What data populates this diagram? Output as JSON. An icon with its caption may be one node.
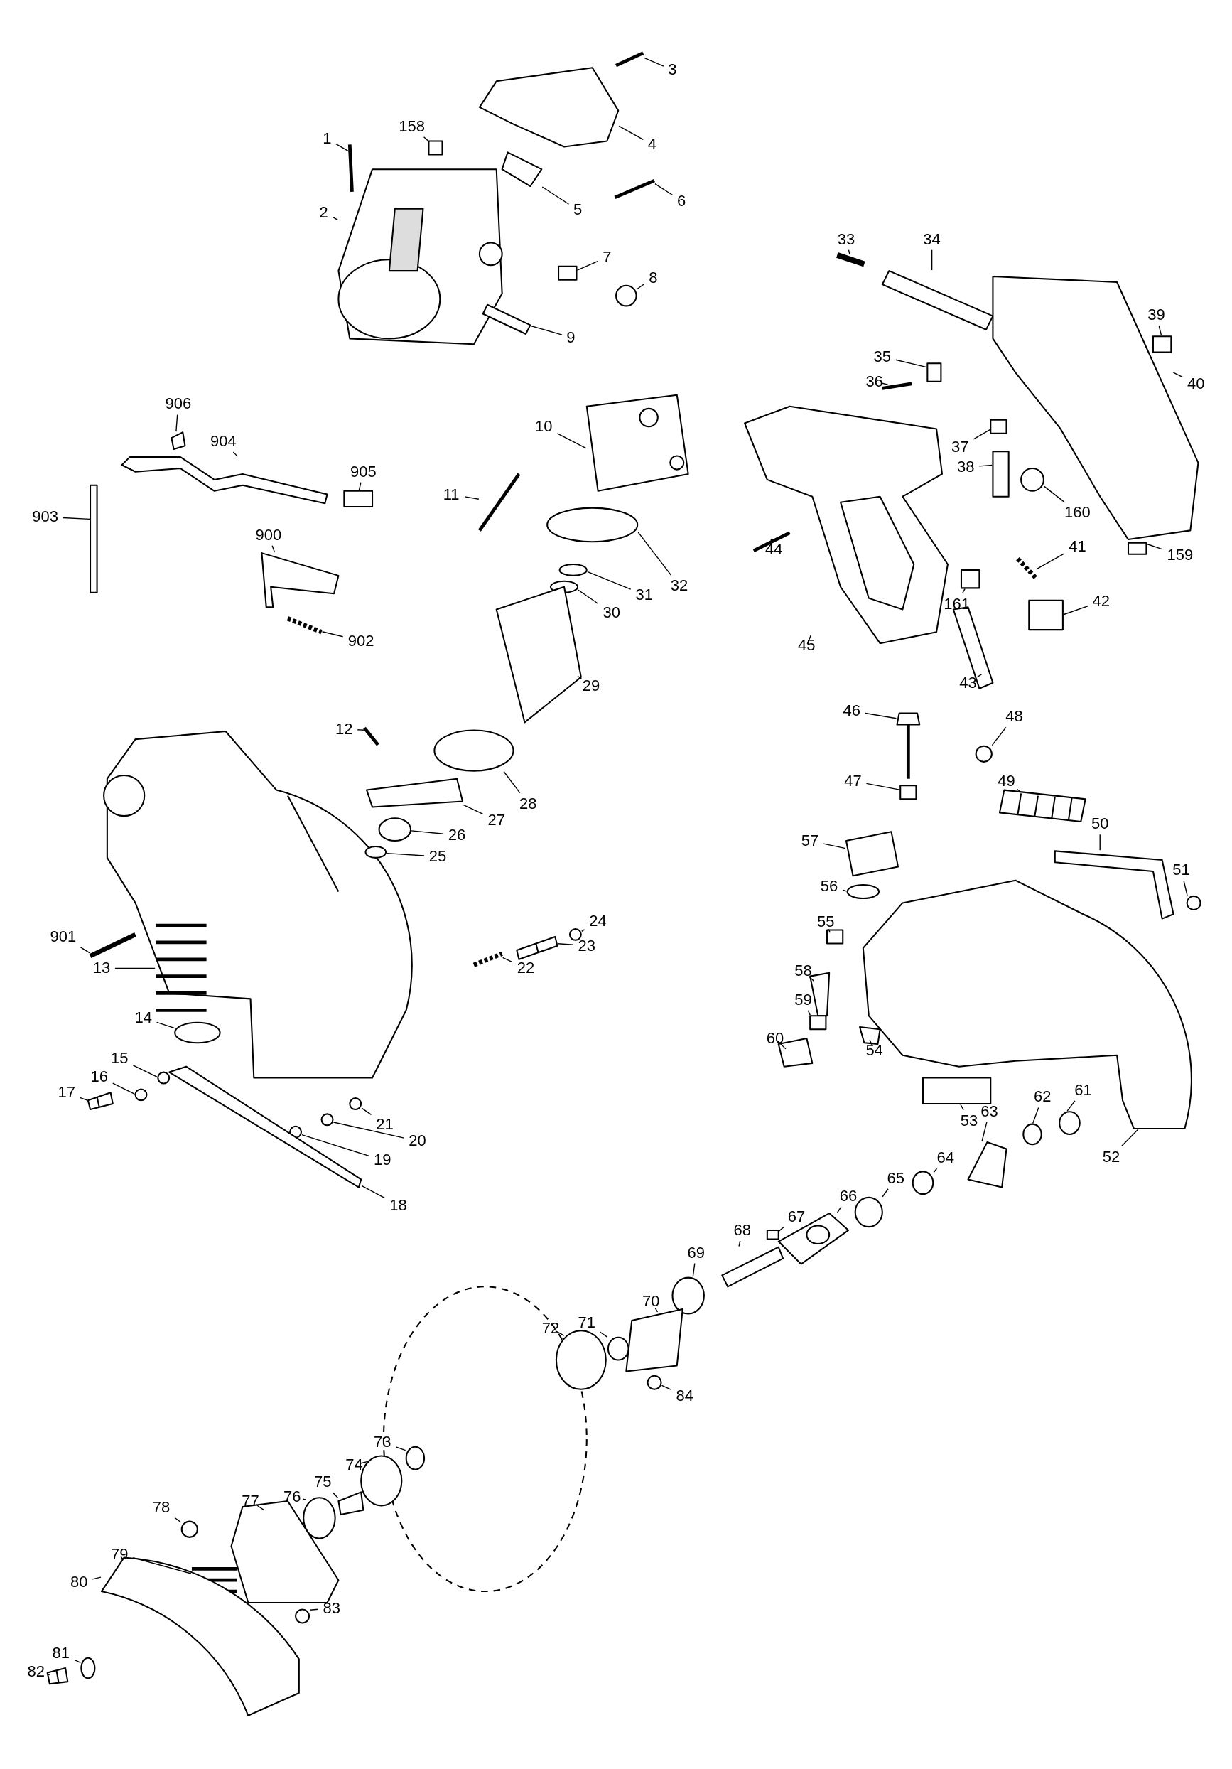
{
  "diagram": {
    "nodes": [
      {
        "text": [
          "1"
        ]
      },
      {
        "text": [
          "158"
        ]
      },
      {
        "text": [
          "3"
        ]
      },
      {
        "text": [
          "4"
        ]
      },
      {
        "text": [
          "2"
        ]
      },
      {
        "text": [
          "5"
        ]
      },
      {
        "text": [
          "6"
        ]
      },
      {
        "text": [
          "7"
        ]
      },
      {
        "text": [
          "8"
        ]
      },
      {
        "text": [
          "9"
        ]
      },
      {
        "text": [
          "33"
        ]
      },
      {
        "text": [
          "34"
        ]
      },
      {
        "text": [
          "39"
        ]
      },
      {
        "text": [
          "40"
        ]
      },
      {
        "text": [
          "35"
        ]
      },
      {
        "text": [
          "36"
        ]
      },
      {
        "text": [
          "37"
        ]
      },
      {
        "text": [
          "906"
        ]
      },
      {
        "text": [
          "904"
        ]
      },
      {
        "text": [
          "905"
        ]
      },
      {
        "text": [
          "10"
        ]
      },
      {
        "text": [
          "11"
        ]
      },
      {
        "text": [
          "38"
        ]
      },
      {
        "text": [
          "160"
        ]
      },
      {
        "text": [
          "159"
        ]
      },
      {
        "text": [
          "41"
        ]
      },
      {
        "text": [
          "44"
        ]
      },
      {
        "text": [
          "903"
        ]
      },
      {
        "text": [
          "900"
        ]
      },
      {
        "text": [
          "32"
        ]
      },
      {
        "text": [
          "31"
        ]
      },
      {
        "text": [
          "30"
        ]
      },
      {
        "text": [
          "161"
        ]
      },
      {
        "text": [
          "42"
        ]
      },
      {
        "text": [
          "902"
        ]
      },
      {
        "text": [
          "45"
        ]
      },
      {
        "text": [
          "43"
        ]
      },
      {
        "text": [
          "29"
        ]
      },
      {
        "text": [
          "46"
        ]
      },
      {
        "text": [
          "48"
        ]
      },
      {
        "text": [
          "12"
        ]
      },
      {
        "text": [
          "28"
        ]
      },
      {
        "text": [
          "47"
        ]
      },
      {
        "text": [
          "49"
        ]
      },
      {
        "text": [
          "57"
        ]
      },
      {
        "text": [
          "50"
        ]
      },
      {
        "text": [
          "27"
        ]
      },
      {
        "text": [
          "51"
        ]
      },
      {
        "text": [
          "26"
        ]
      },
      {
        "text": [
          "25"
        ]
      },
      {
        "text": [
          "56"
        ]
      },
      {
        "text": [
          "24"
        ]
      },
      {
        "text": [
          "23"
        ]
      },
      {
        "text": [
          "55"
        ]
      },
      {
        "text": [
          "901"
        ]
      },
      {
        "text": [
          "22"
        ]
      },
      {
        "text": [
          "13"
        ]
      },
      {
        "text": [
          "58"
        ]
      },
      {
        "text": [
          "59"
        ]
      },
      {
        "text": [
          "54"
        ]
      },
      {
        "text": [
          "60"
        ]
      },
      {
        "text": [
          "14"
        ]
      },
      {
        "text": [
          "53"
        ]
      },
      {
        "text": [
          "15"
        ]
      },
      {
        "text": [
          "16"
        ]
      },
      {
        "text": [
          "21"
        ]
      },
      {
        "text": [
          "17"
        ]
      },
      {
        "text": [
          "61"
        ]
      },
      {
        "text": [
          "62"
        ]
      },
      {
        "text": [
          "63"
        ]
      },
      {
        "text": [
          "20"
        ]
      },
      {
        "text": [
          "52"
        ]
      },
      {
        "text": [
          "19"
        ]
      },
      {
        "text": [
          "64"
        ]
      },
      {
        "text": [
          "65"
        ]
      },
      {
        "text": [
          "18"
        ]
      },
      {
        "text": [
          "66"
        ]
      },
      {
        "text": [
          "67"
        ]
      },
      {
        "text": [
          "68"
        ]
      },
      {
        "text": [
          "69"
        ]
      },
      {
        "text": [
          "70"
        ]
      },
      {
        "text": [
          "71"
        ]
      },
      {
        "text": [
          "72"
        ]
      },
      {
        "text": [
          "84"
        ]
      },
      {
        "text": [
          "73"
        ]
      },
      {
        "text": [
          "74"
        ]
      },
      {
        "text": [
          "75"
        ]
      },
      {
        "text": [
          "76"
        ]
      },
      {
        "text": [
          "77"
        ]
      },
      {
        "text": [
          "78"
        ]
      },
      {
        "text": [
          "79"
        ]
      },
      {
        "text": [
          "83"
        ]
      },
      {
        "text": [
          "80"
        ]
      },
      {
        "text": [
          "81"
        ]
      },
      {
        "text": [
          "82"
        ]
      },
      {
        "text": [],
        "shape": "picture"
      },
      {
        "text": [],
        "shape": "box"
      },
      {
        "text": [],
        "shape": "picture"
      },
      {
        "text": [],
        "shape": "picture"
      },
      {
        "text": [],
        "shape": "picture"
      },
      {
        "text": [],
        "shape": "picture"
      },
      {
        "text": [],
        "shape": "picture"
      },
      {
        "text": [],
        "shape": "box"
      },
      {
        "text": [],
        "shape": "circle"
      },
      {
        "text": [],
        "shape": "picture"
      },
      {
        "text": [],
        "shape": "picture"
      },
      {
        "text": [],
        "shape": "picture"
      },
      {
        "text": [],
        "shape": "box"
      },
      {
        "text": [],
        "shape": "picture"
      },
      {
        "text": [],
        "shape": "box"
      },
      {
        "text": [],
        "shape": "picture"
      },
      {
        "text": [],
        "shape": "box"
      },
      {
        "text": [],
        "shape": "picture"
      },
      {
        "text": [],
        "shape": "picture"
      },
      {
        "text": [],
        "shape": "box"
      },
      {
        "text": [],
        "shape": "picture"
      },
      {
        "text": [],
        "shape": "picture"
      },
      {
        "text": [],
        "shape": "box"
      },
      {
        "text": [],
        "shape": "circle"
      },
      {
        "text": [],
        "shape": "box"
      },
      {
        "text": [],
        "shape": "picture"
      },
      {
        "text": [],
        "shape": "picture"
      },
      {
        "text": [],
        "shape": "box"
      },
      {
        "text": [],
        "shape": "picture"
      },
      {
        "text": [],
        "shape": "circle"
      },
      {
        "text": [],
        "shape": "circle"
      },
      {
        "text": [],
        "shape": "circle"
      },
      {
        "text": [],
        "shape": "box"
      },
      {
        "text": [],
        "shape": "box"
      },
      {
        "text": [],
        "shape": "picture"
      },
      {
        "text": [],
        "shape": "picture"
      },
      {
        "text": [],
        "shape": "picture"
      },
      {
        "text": [],
        "shape": "picture"
      },
      {
        "text": [],
        "shape": "picture"
      },
      {
        "text": [],
        "shape": "circle"
      },
      {
        "text": [],
        "shape": "picture"
      },
      {
        "text": [],
        "shape": "circle"
      },
      {
        "text": [],
        "shape": "box"
      },
      {
        "text": [],
        "shape": "picture"
      },
      {
        "text": [],
        "shape": "picture"
      },
      {
        "text": [],
        "shape": "picture"
      },
      {
        "text": [],
        "shape": "picture"
      },
      {
        "text": [],
        "shape": "circle"
      },
      {
        "text": [],
        "shape": "circle"
      },
      {
        "text": [],
        "shape": "circle"
      },
      {
        "text": [],
        "shape": "circle"
      },
      {
        "text": [],
        "shape": "circle"
      },
      {
        "text": [],
        "shape": "picture"
      },
      {
        "text": [],
        "shape": "box"
      },
      {
        "text": [],
        "shape": "picture"
      },
      {
        "text": [],
        "shape": "picture"
      },
      {
        "text": [],
        "shape": "picture"
      },
      {
        "text": [],
        "shape": "picture"
      },
      {
        "text": [],
        "shape": "box"
      },
      {
        "text": [],
        "shape": "picture"
      },
      {
        "text": [],
        "shape": "picture"
      },
      {
        "text": [],
        "shape": "circle"
      },
      {
        "text": [],
        "shape": "box"
      },
      {
        "text": [],
        "shape": "circle"
      },
      {
        "text": [],
        "shape": "circle"
      },
      {
        "text": [],
        "shape": "circle"
      },
      {
        "text": [],
        "shape": "picture"
      },
      {
        "text": [],
        "shape": "circle"
      },
      {
        "text": [],
        "shape": "circle"
      },
      {
        "text": [],
        "shape": "picture"
      },
      {
        "text": [],
        "shape": "circle"
      },
      {
        "text": [],
        "shape": "picture"
      },
      {
        "text": [],
        "shape": "circle"
      },
      {
        "text": [],
        "shape": "circle"
      },
      {
        "text": [],
        "shape": "circle"
      },
      {
        "text": [],
        "shape": "picture"
      },
      {
        "text": [],
        "shape": "picture"
      },
      {
        "text": [],
        "shape": "box"
      },
      {
        "text": [],
        "shape": "picture"
      },
      {
        "text": [],
        "shape": "circle"
      },
      {
        "text": [],
        "shape": "picture"
      },
      {
        "text": [],
        "shape": "circle"
      },
      {
        "text": [],
        "shape": "circle"
      },
      {
        "text": [],
        "shape": "circle"
      },
      {
        "text": [],
        "shape": "circle"
      },
      {
        "text": [],
        "shape": "circle"
      },
      {
        "text": [],
        "shape": "picture"
      },
      {
        "text": [],
        "shape": "circle"
      },
      {
        "text": [],
        "shape": "picture"
      },
      {
        "text": [],
        "shape": "circle"
      },
      {
        "text": [],
        "shape": "picture"
      },
      {
        "text": [],
        "shape": "circle"
      },
      {
        "text": [],
        "shape": "picture"
      },
      {
        "text": [],
        "shape": "circle"
      },
      {
        "text": [],
        "shape": "picture"
      }
    ],
    "edges": [
      {
        "from": 0,
        "to": 95,
        "arrow": "none"
      },
      {
        "from": 1,
        "to": 96,
        "arrow": "none"
      },
      {
        "from": 2,
        "to": 97,
        "arrow": "none"
      },
      {
        "from": 3,
        "to": 98,
        "arrow": "none"
      },
      {
        "from": 4,
        "to": 99,
        "arrow": "none"
      },
      {
        "from": 5,
        "to": 100,
        "arrow": "none"
      },
      {
        "from": 6,
        "to": 101,
        "arrow": "none"
      },
      {
        "from": 7,
        "to": 102,
        "arrow": "none"
      },
      {
        "from": 8,
        "to": 103,
        "arrow": "none"
      },
      {
        "from": 9,
        "to": 104,
        "arrow": "none"
      },
      {
        "from": 10,
        "to": 105,
        "arrow": "none"
      },
      {
        "from": 11,
        "to": 106,
        "arrow": "none"
      },
      {
        "from": 12,
        "to": 107,
        "arrow": "none"
      },
      {
        "from": 13,
        "to": 108,
        "arrow": "none"
      },
      {
        "from": 14,
        "to": 109,
        "arrow": "none"
      },
      {
        "from": 15,
        "to": 110,
        "arrow": "none"
      },
      {
        "from": 16,
        "to": 111,
        "arrow": "none"
      },
      {
        "from": 17,
        "to": 112,
        "arrow": "none"
      },
      {
        "from": 18,
        "to": 113,
        "arrow": "none"
      },
      {
        "from": 19,
        "to": 114,
        "arrow": "none"
      },
      {
        "from": 20,
        "to": 115,
        "arrow": "none"
      },
      {
        "from": 21,
        "to": 116,
        "arrow": "none"
      },
      {
        "from": 22,
        "to": 117,
        "arrow": "none"
      },
      {
        "from": 23,
        "to": 118,
        "arrow": "none"
      },
      {
        "from": 24,
        "to": 119,
        "arrow": "none"
      },
      {
        "from": 25,
        "to": 120,
        "arrow": "none"
      },
      {
        "from": 26,
        "to": 121,
        "arrow": "none"
      },
      {
        "from": 27,
        "to": 122,
        "arrow": "none"
      },
      {
        "from": 28,
        "to": 123,
        "arrow": "none"
      },
      {
        "from": 29,
        "to": 124,
        "arrow": "none"
      },
      {
        "from": 30,
        "to": 125,
        "arrow": "none"
      },
      {
        "from": 31,
        "to": 126,
        "arrow": "none"
      },
      {
        "from": 32,
        "to": 127,
        "arrow": "none"
      },
      {
        "from": 33,
        "to": 128,
        "arrow": "none"
      },
      {
        "from": 34,
        "to": 129,
        "arrow": "none"
      },
      {
        "from": 35,
        "to": 130,
        "arrow": "none"
      },
      {
        "from": 36,
        "to": 131,
        "arrow": "none"
      },
      {
        "from": 37,
        "to": 132,
        "arrow": "none"
      },
      {
        "from": 38,
        "to": 133,
        "arrow": "none"
      },
      {
        "from": 39,
        "to": 134,
        "arrow": "none"
      },
      {
        "from": 40,
        "to": 135,
        "arrow": "none"
      },
      {
        "from": 41,
        "to": 136,
        "arrow": "none"
      },
      {
        "from": 42,
        "to": 137,
        "arrow": "none"
      },
      {
        "from": 43,
        "to": 138,
        "arrow": "none"
      },
      {
        "from": 44,
        "to": 139,
        "arrow": "none"
      },
      {
        "from": 45,
        "to": 140,
        "arrow": "none"
      },
      {
        "from": 46,
        "to": 141,
        "arrow": "none"
      },
      {
        "from": 47,
        "to": 142,
        "arrow": "none"
      },
      {
        "from": 48,
        "to": 143,
        "arrow": "none"
      },
      {
        "from": 49,
        "to": 144,
        "arrow": "none"
      },
      {
        "from": 50,
        "to": 145,
        "arrow": "none"
      },
      {
        "from": 51,
        "to": 146,
        "arrow": "none"
      },
      {
        "from": 52,
        "to": 147,
        "arrow": "none"
      },
      {
        "from": 53,
        "to": 148,
        "arrow": "none"
      },
      {
        "from": 54,
        "to": 149,
        "arrow": "none"
      },
      {
        "from": 55,
        "to": 150,
        "arrow": "none"
      },
      {
        "from": 56,
        "to": 151,
        "arrow": "none"
      },
      {
        "from": 57,
        "to": 152,
        "arrow": "none"
      },
      {
        "from": 58,
        "to": 153,
        "arrow": "none"
      },
      {
        "from": 59,
        "to": 154,
        "arrow": "none"
      },
      {
        "from": 60,
        "to": 155,
        "arrow": "none"
      },
      {
        "from": 61,
        "to": 156,
        "arrow": "none"
      },
      {
        "from": 62,
        "to": 157,
        "arrow": "none"
      },
      {
        "from": 63,
        "to": 158,
        "arrow": "none"
      },
      {
        "from": 64,
        "to": 159,
        "arrow": "none"
      },
      {
        "from": 65,
        "to": 160,
        "arrow": "none"
      },
      {
        "from": 66,
        "to": 161,
        "arrow": "none"
      },
      {
        "from": 67,
        "to": 162,
        "arrow": "none"
      },
      {
        "from": 68,
        "to": 163,
        "arrow": "none"
      },
      {
        "from": 69,
        "to": 164,
        "arrow": "none"
      },
      {
        "from": 70,
        "to": 165,
        "arrow": "none"
      },
      {
        "from": 71,
        "to": 166,
        "arrow": "none"
      },
      {
        "from": 72,
        "to": 167,
        "arrow": "none"
      },
      {
        "from": 73,
        "to": 168,
        "arrow": "none"
      },
      {
        "from": 74,
        "to": 169,
        "arrow": "none"
      },
      {
        "from": 75,
        "to": 170,
        "arrow": "none"
      },
      {
        "from": 76,
        "to": 171,
        "arrow": "none"
      },
      {
        "from": 77,
        "to": 172,
        "arrow": "none"
      },
      {
        "from": 78,
        "to": 173,
        "arrow": "none"
      },
      {
        "from": 79,
        "to": 174,
        "arrow": "none"
      },
      {
        "from": 80,
        "to": 175,
        "arrow": "none"
      },
      {
        "from": 81,
        "to": 176,
        "arrow": "none"
      },
      {
        "from": 82,
        "to": 177,
        "arrow": "none"
      },
      {
        "from": 83,
        "to": 178,
        "arrow": "none"
      },
      {
        "from": 84,
        "to": 179,
        "arrow": "none"
      },
      {
        "from": 85,
        "to": 180,
        "arrow": "none"
      },
      {
        "from": 86,
        "to": 181,
        "arrow": "none"
      },
      {
        "from": 87,
        "to": 182,
        "arrow": "none"
      },
      {
        "from": 88,
        "to": 183,
        "arrow": "none"
      },
      {
        "from": 89,
        "to": 184,
        "arrow": "none"
      },
      {
        "from": 90,
        "to": 185,
        "arrow": "none"
      },
      {
        "from": 91,
        "to": 186,
        "arrow": "none"
      },
      {
        "from": 92,
        "to": 187,
        "arrow": "none"
      },
      {
        "from": 93,
        "to": 188,
        "arrow": "none"
      },
      {
        "from": 94,
        "to": 189,
        "arrow": "none"
      }
    ]
  }
}
